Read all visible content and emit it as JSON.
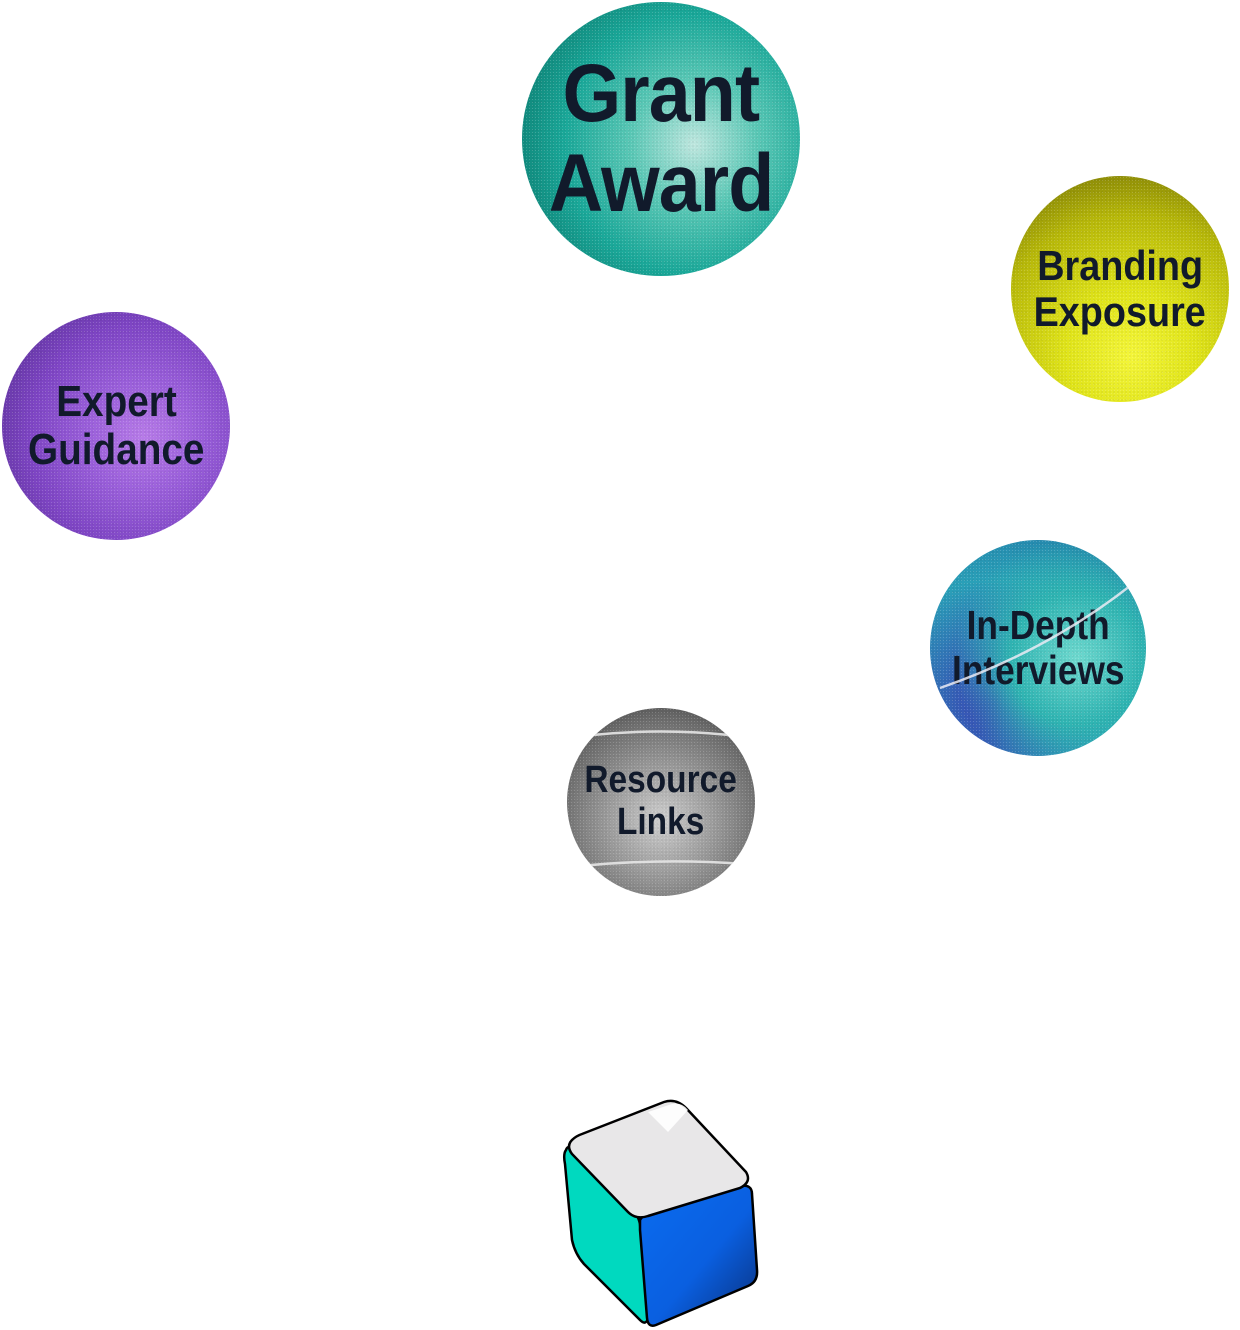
{
  "spheres": [
    {
      "id": "grant-award",
      "lines": [
        "Grant",
        "Award"
      ],
      "color": "#1aa899"
    },
    {
      "id": "branding-exposure",
      "lines": [
        "Branding",
        "Exposure"
      ],
      "color": "#e0e41a"
    },
    {
      "id": "expert-guidance",
      "lines": [
        "Expert",
        "Guidance"
      ],
      "color": "#9a5fda"
    },
    {
      "id": "in-depth-interviews",
      "lines": [
        "In-Depth",
        "Interviews"
      ],
      "color": "#2aa0b8"
    },
    {
      "id": "resource-links",
      "lines": [
        "Resource",
        "Links"
      ],
      "color": "#9d9d9d"
    }
  ],
  "cube": {
    "top_color": "#e8e7e8",
    "left_color": "#00d9bf",
    "right_color": "#0a6cf0"
  },
  "text_color": "#111a2b"
}
